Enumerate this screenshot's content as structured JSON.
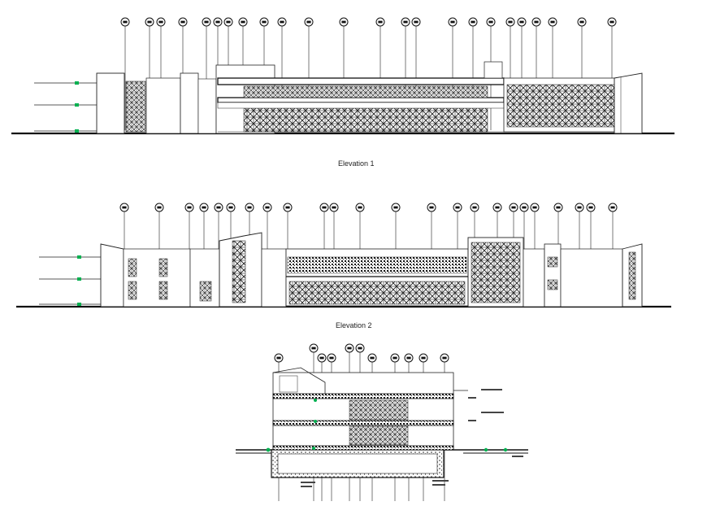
{
  "sheet": {
    "background": "#ffffff",
    "line_color": "#1a1a1a",
    "marker_color": "#00b050"
  },
  "drawings": [
    {
      "id": "elevation-1",
      "caption": "Elevation 1"
    },
    {
      "id": "elevation-2",
      "caption": "Elevation 2"
    },
    {
      "id": "section",
      "caption": ""
    }
  ]
}
